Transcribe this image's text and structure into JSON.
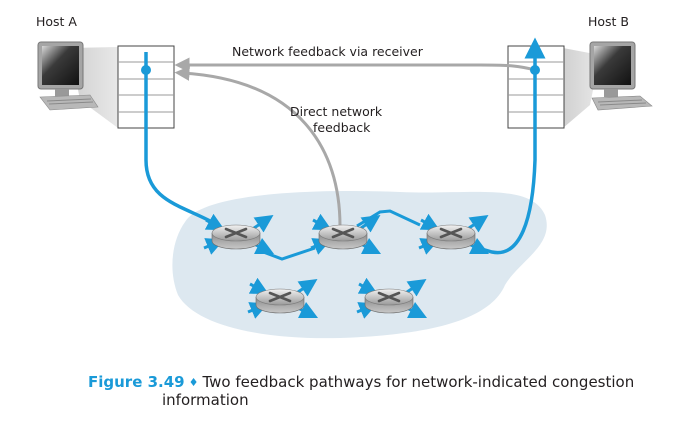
{
  "hosts": {
    "a": {
      "label": "Host A"
    },
    "b": {
      "label": "Host B"
    }
  },
  "labels": {
    "via_receiver": "Network feedback via receiver",
    "direct_line1": "Direct network",
    "direct_line2": "feedback"
  },
  "colors": {
    "flow": "#1a9ad8",
    "feedback": "#a8a8a8",
    "network_cloud": "#dde8f0",
    "caption_accent": "#1a9ad8"
  },
  "routers": {
    "count": 5
  },
  "caption": {
    "figure": "Figure 3.49",
    "separator": "♦",
    "text_line1": "Two feedback pathways for network-indicated congestion",
    "text_line2": "information"
  }
}
